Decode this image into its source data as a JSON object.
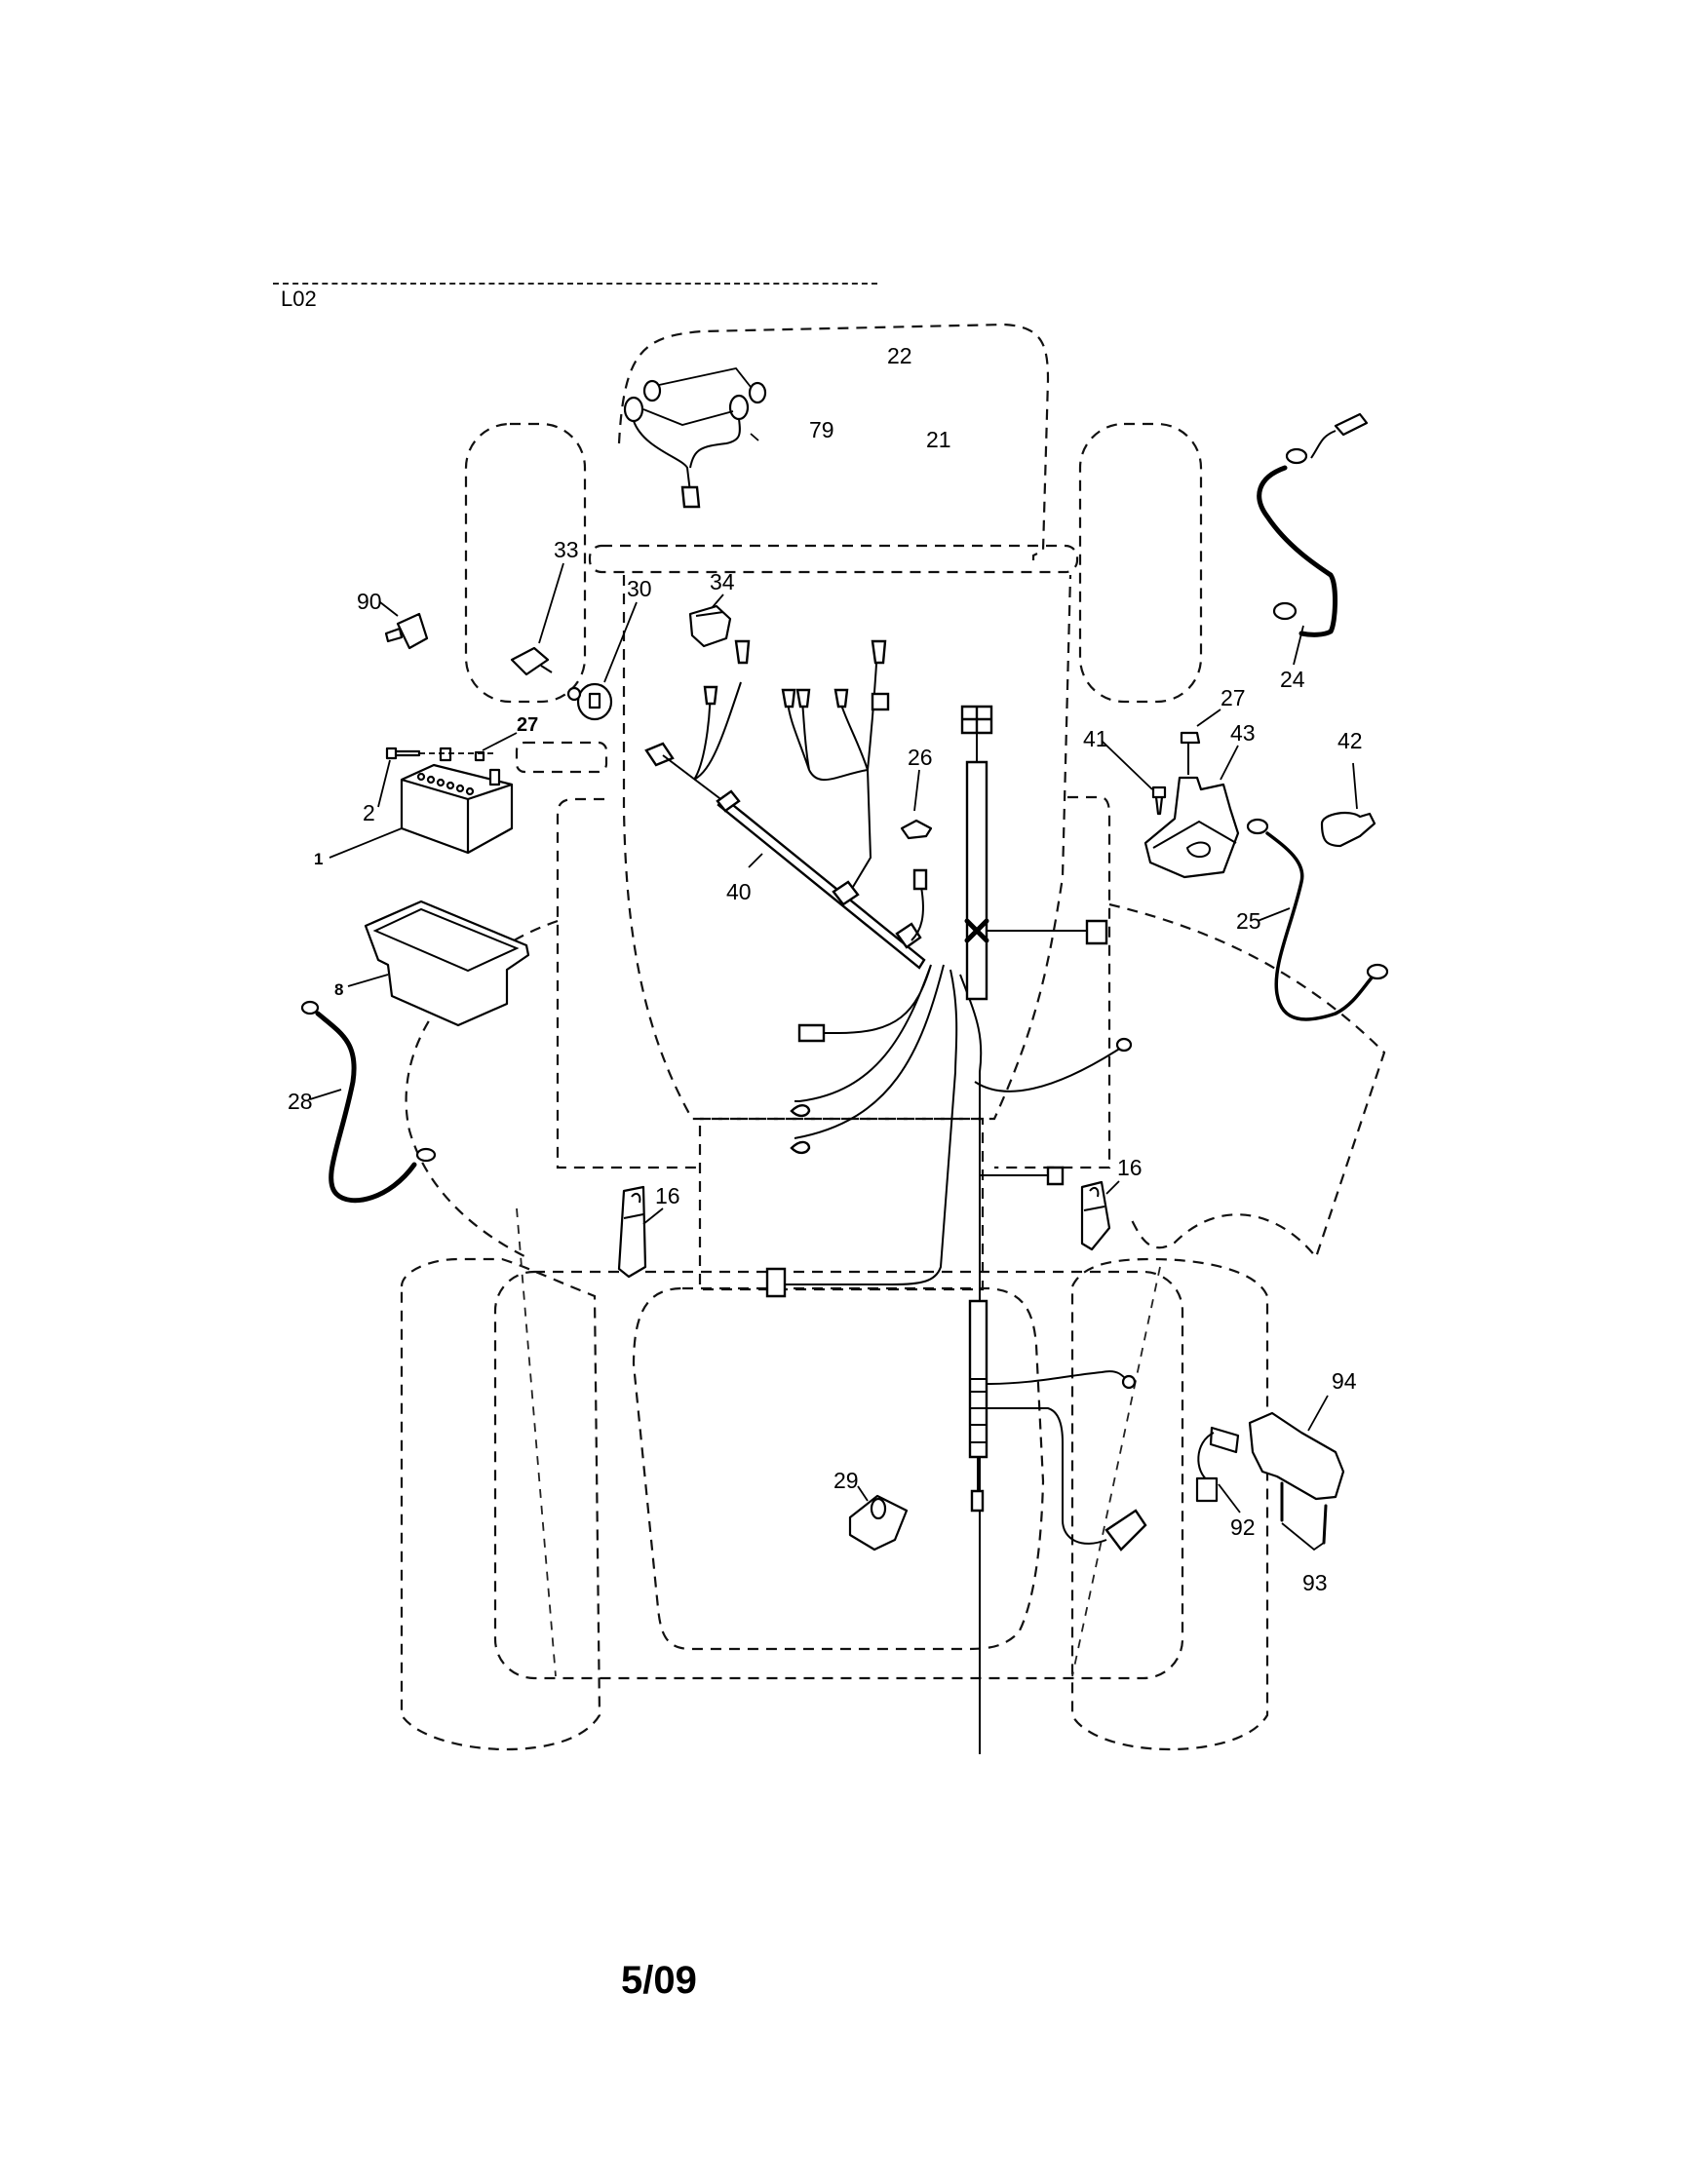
{
  "page": {
    "diagram_code": "L02",
    "footer_date": "5/09"
  },
  "parts": [
    {
      "ref": "1",
      "icon": "battery-icon"
    },
    {
      "ref": "2",
      "icon": "bolt-icon"
    },
    {
      "ref": "8",
      "icon": "battery-tray-icon"
    },
    {
      "ref": "16",
      "icon": "safety-switch-icon"
    },
    {
      "ref": "21",
      "icon": "headlight-harness-icon"
    },
    {
      "ref": "22",
      "icon": "bulb-icon"
    },
    {
      "ref": "24",
      "icon": "cable-icon"
    },
    {
      "ref": "25",
      "icon": "cable-icon"
    },
    {
      "ref": "26",
      "icon": "connector-icon"
    },
    {
      "ref": "27",
      "icon": "nut-icon"
    },
    {
      "ref": "28",
      "icon": "ground-cable-icon"
    },
    {
      "ref": "29",
      "icon": "pto-switch-icon"
    },
    {
      "ref": "30",
      "icon": "ignition-switch-icon"
    },
    {
      "ref": "33",
      "icon": "key-icon"
    },
    {
      "ref": "34",
      "icon": "light-switch-icon"
    },
    {
      "ref": "40",
      "icon": "wiring-harness-icon"
    },
    {
      "ref": "41",
      "icon": "bolt-icon"
    },
    {
      "ref": "42",
      "icon": "terminal-boot-icon"
    },
    {
      "ref": "43",
      "icon": "solenoid-icon"
    },
    {
      "ref": "79",
      "icon": "light-socket-icon"
    },
    {
      "ref": "90",
      "icon": "fuse-icon"
    },
    {
      "ref": "92",
      "icon": "harness-adapter-icon"
    },
    {
      "ref": "93",
      "icon": "screw-icon"
    },
    {
      "ref": "94",
      "icon": "reverse-switch-icon"
    }
  ],
  "callouts": {
    "c1": "1",
    "c2": "2",
    "c8": "8",
    "c16a": "16",
    "c16b": "16",
    "c21": "21",
    "c22": "22",
    "c24": "24",
    "c25": "25",
    "c26": "26",
    "c27a": "27",
    "c27b": "27",
    "c28": "28",
    "c29": "29",
    "c30": "30",
    "c33": "33",
    "c34": "34",
    "c40": "40",
    "c41": "41",
    "c42": "42",
    "c43": "43",
    "c79": "79",
    "c90": "90",
    "c92": "92",
    "c93": "93",
    "c94": "94"
  }
}
